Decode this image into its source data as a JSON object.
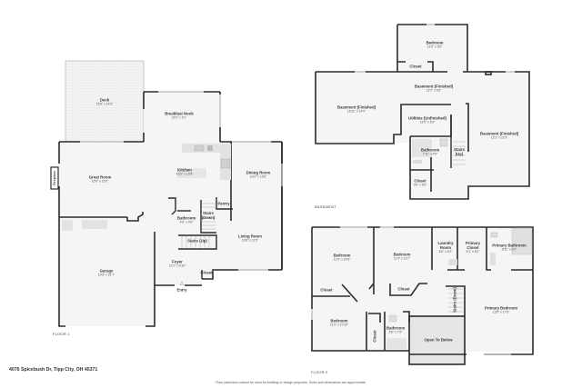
{
  "floor1": {
    "label": "FLOOR 1",
    "rooms": [
      {
        "name": "Deck",
        "dim": "15'9\" x 14'3\""
      },
      {
        "name": "Breakfast Nook",
        "dim": "15'0\" x 9'1\""
      },
      {
        "name": "Great Room",
        "dim": "16'6\" x 15'5\""
      },
      {
        "name": "Kitchen",
        "dim": "16'3\" x 13'8\""
      },
      {
        "name": "Dining Room",
        "dim": "10'2\" x 13'8\""
      },
      {
        "name": "Fireplace",
        "dim": ""
      },
      {
        "name": "Pantry",
        "dim": ""
      },
      {
        "name": "Stairs (Down)",
        "dim": ""
      },
      {
        "name": "Bathroom",
        "dim": "4'6\" x 4'6\""
      },
      {
        "name": "Stairs (Up)",
        "dim": ""
      },
      {
        "name": "Living Room",
        "dim": "13'6\" x 11'5\""
      },
      {
        "name": "Garage",
        "dim": "19'3\" x 21'7\""
      },
      {
        "name": "Foyer",
        "dim": "12'1\" x 6'10\""
      },
      {
        "name": "Closet",
        "dim": ""
      },
      {
        "name": "Entry",
        "dim": ""
      }
    ]
  },
  "basement": {
    "label": "BASEMENT",
    "rooms": [
      {
        "name": "Bedroom",
        "dim": "13'9\" x 9'5\""
      },
      {
        "name": "Closet",
        "dim": ""
      },
      {
        "name": "Basement (Finished)",
        "dim": "13'2\" x 6'3\""
      },
      {
        "name": "Basement (Finished)",
        "dim": "16'11\" x 14'9\""
      },
      {
        "name": "Utilities (Unfinished)",
        "dim": "13'0\" x 6'3\""
      },
      {
        "name": "Basement (Finished)",
        "dim": "12'1\" x 22'3\""
      },
      {
        "name": "Bathroom",
        "dim": "7'11\" x 4'5\""
      },
      {
        "name": "Stairs (Up)",
        "dim": ""
      },
      {
        "name": "Closet",
        "dim": "3'9\" x 5'6\""
      }
    ]
  },
  "floor2": {
    "label": "FLOOR 2",
    "rooms": [
      {
        "name": "Bedroom",
        "dim": "12'3\" x 14'5\""
      },
      {
        "name": "Bedroom",
        "dim": "11'4\" x 13'7\""
      },
      {
        "name": "Laundry Room",
        "dim": "5'5\" x 8'2\""
      },
      {
        "name": "Primary Closet",
        "dim": "5'1\" x 8'2\""
      },
      {
        "name": "Primary Bathroom",
        "dim": "8'11\" x 8'2\""
      },
      {
        "name": "Closet",
        "dim": ""
      },
      {
        "name": "Closet",
        "dim": ""
      },
      {
        "name": "Stairs (Down)",
        "dim": ""
      },
      {
        "name": "Primary Bedroom",
        "dim": "13'5\" x 17'6\""
      },
      {
        "name": "Bedroom",
        "dim": "11'0\" x 10'10\""
      },
      {
        "name": "Closet",
        "dim": ""
      },
      {
        "name": "Bathroom",
        "dim": "5'0\" x 7'6\""
      },
      {
        "name": "Open To Below",
        "dim": ""
      }
    ]
  },
  "footer": {
    "address": "4076 Spicebush Dr, Tipp City, OH 45371",
    "disclaimer": "Floor plans/tour cannot be used for building or design purposes. Sizes and dimensions are approximate."
  },
  "colors": {
    "wall": "#2b2b2b",
    "floor": "#f4f4f4",
    "window": "#c8c8c8",
    "open_below": "#e6e6e6"
  }
}
